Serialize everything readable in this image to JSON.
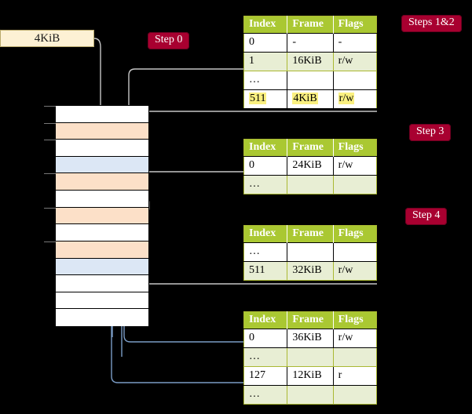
{
  "diagram": {
    "title_visible": false,
    "size_box": {
      "label": "4KiB"
    },
    "badges": [
      {
        "name": "step-0",
        "label": "Step 0"
      },
      {
        "name": "steps-1-2",
        "label": "Steps 1&2"
      },
      {
        "name": "step-3",
        "label": "Step 3"
      },
      {
        "name": "step-4",
        "label": "Step 4"
      }
    ],
    "colors": {
      "badge_bg": "#a80030",
      "badge_text": "#ffffff",
      "table_header_bg": "#aac832",
      "table_alt_row_bg": "#e8eed4",
      "table_border": "#aab832",
      "highlight": "#faf080",
      "mem_orange": "#fce0c8",
      "mem_blue": "#dce7f5",
      "mem_white": "#ffffff",
      "size_box_bg": "#fdf1d4",
      "wire_gray": "#c0c0c0",
      "wire_blue": "#7a9cc6"
    },
    "memory_column": {
      "name": "physical-memory-column",
      "rows": [
        {
          "fill": "white"
        },
        {
          "fill": "orange"
        },
        {
          "fill": "white"
        },
        {
          "fill": "blue"
        },
        {
          "fill": "orange"
        },
        {
          "fill": "white"
        },
        {
          "fill": "orange"
        },
        {
          "fill": "white"
        },
        {
          "fill": "orange"
        },
        {
          "fill": "blue"
        },
        {
          "fill": "white"
        },
        {
          "fill": "white"
        },
        {
          "fill": "white"
        }
      ],
      "ticks": [
        0,
        1,
        2,
        4,
        6,
        8
      ]
    },
    "tables": [
      {
        "name": "page-table-level-4",
        "columns": [
          "Index",
          "Frame",
          "Flags"
        ],
        "rows": [
          {
            "cells": [
              "0",
              "-",
              "-"
            ],
            "style": "plain"
          },
          {
            "cells": [
              "1",
              "16KiB",
              "r/w"
            ],
            "style": "alt"
          },
          {
            "cells": [
              "…",
              "",
              ""
            ],
            "style": "plain"
          },
          {
            "cells": [
              "511",
              "4KiB",
              "r/w"
            ],
            "style": "highlight"
          }
        ]
      },
      {
        "name": "page-table-level-3",
        "columns": [
          "Index",
          "Frame",
          "Flags"
        ],
        "rows": [
          {
            "cells": [
              "0",
              "24KiB",
              "r/w"
            ],
            "style": "plain"
          },
          {
            "cells": [
              "…",
              "",
              ""
            ],
            "style": "alt"
          }
        ]
      },
      {
        "name": "page-table-level-2",
        "columns": [
          "Index",
          "Frame",
          "Flags"
        ],
        "rows": [
          {
            "cells": [
              "…",
              "",
              ""
            ],
            "style": "plain"
          },
          {
            "cells": [
              "511",
              "32KiB",
              "r/w"
            ],
            "style": "alt"
          }
        ]
      },
      {
        "name": "page-table-level-1",
        "columns": [
          "Index",
          "Frame",
          "Flags"
        ],
        "rows": [
          {
            "cells": [
              "0",
              "36KiB",
              "r/w"
            ],
            "style": "plain"
          },
          {
            "cells": [
              "…",
              "",
              ""
            ],
            "style": "alt"
          },
          {
            "cells": [
              "127",
              "12KiB",
              "r"
            ],
            "style": "plain"
          },
          {
            "cells": [
              "…",
              "",
              ""
            ],
            "style": "alt"
          }
        ]
      }
    ]
  }
}
